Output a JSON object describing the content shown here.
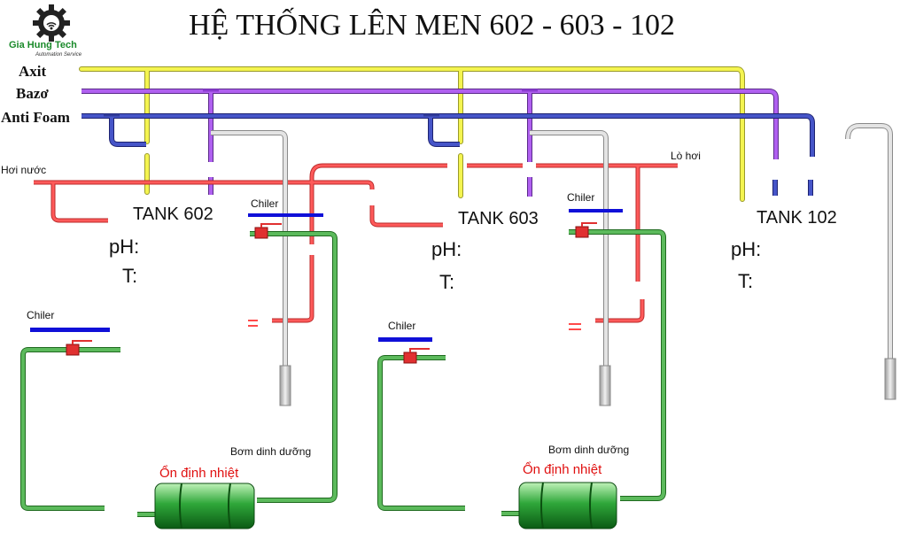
{
  "title": "HỆ THỐNG LÊN MEN 602 - 603 - 102",
  "logo": {
    "name": "Gia Hung Tech",
    "subtitle": "Automation Service",
    "icon": "gear-wifi-icon"
  },
  "supply_lines": [
    {
      "label": "Axit",
      "color": "#f2f24a"
    },
    {
      "label": "Bazơ",
      "color": "#a64ae8"
    },
    {
      "label": "Anti Foam",
      "color": "#3d49b4"
    }
  ],
  "steam": {
    "left_label": "Hơi nước",
    "boiler_label": "Lò hơi",
    "color": "#ef4a4a"
  },
  "tanks": [
    {
      "name": "TANK 602",
      "ph_label": "pH:",
      "t_label": "T:"
    },
    {
      "name": "TANK 603",
      "ph_label": "pH:",
      "t_label": "T:"
    },
    {
      "name": "TANK 102",
      "ph_label": "pH:",
      "t_label": "T:"
    }
  ],
  "chiler_label": "Chiler",
  "nutrient_pump_label": "Bơm dinh dưỡng",
  "stabilizer_label": "Ổn định nhiệt",
  "colors": {
    "chiller_bar": "#1010d8",
    "water_pipe": "#3f9a3f",
    "valve": "#e03030",
    "drain_pipe": "#c8c8c8"
  }
}
